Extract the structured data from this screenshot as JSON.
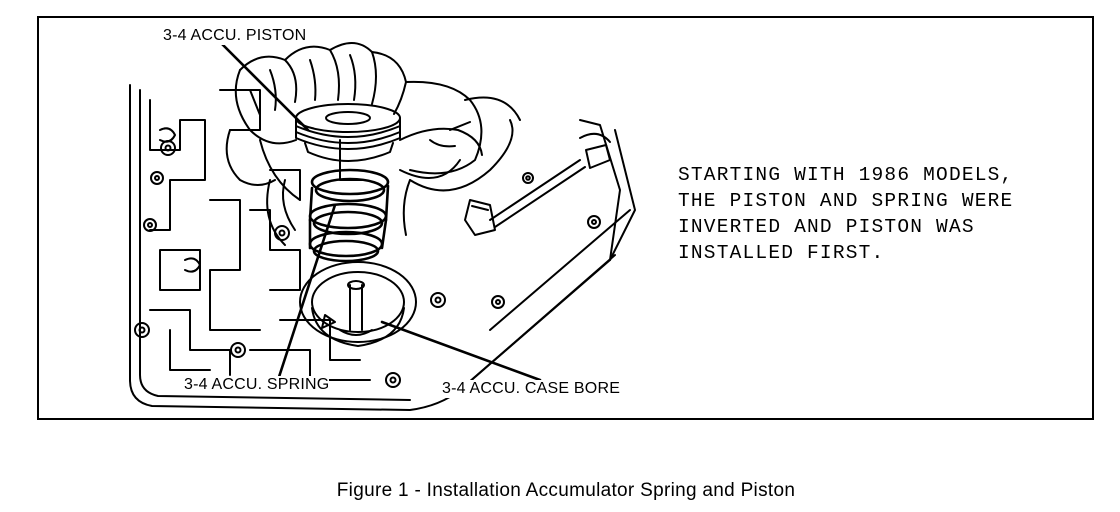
{
  "figure": {
    "labels": {
      "piston": "3-4 ACCU. PISTON",
      "spring": "3-4 ACCU. SPRING",
      "case_bore": "3-4 ACCU. CASE BORE"
    },
    "note_lines": [
      "STARTING WITH 1986 MODELS,",
      "THE PISTON AND SPRING WERE",
      "INVERTED AND PISTON WAS",
      "INSTALLED FIRST."
    ],
    "caption": "Figure 1 - Installation Accumulator Spring and Piston"
  }
}
